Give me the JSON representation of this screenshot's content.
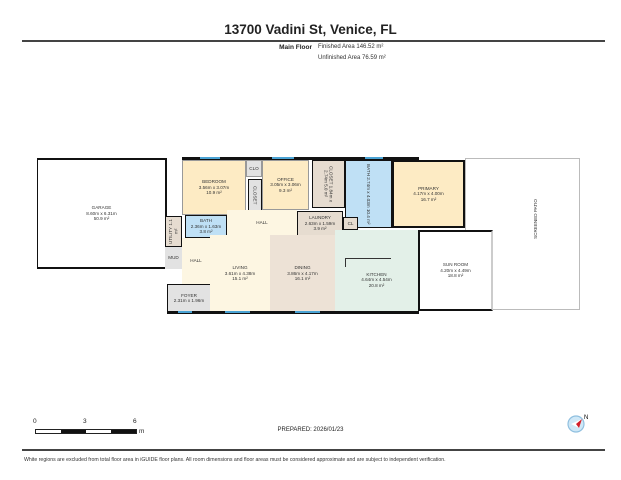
{
  "header": {
    "title": "13700 Vadini St, Venice, FL",
    "floor": "Main Floor",
    "finished_area": "Finished Area 146.52 m²",
    "unfinished_area": "Unfinished Area 76.59 m²"
  },
  "rooms": {
    "garage": {
      "name": "GARAGE",
      "dims": "8.60m x 6.31m",
      "area": "50.9 m²"
    },
    "bedroom": {
      "name": "BEDROOM",
      "dims": "3.56m x 3.07m",
      "area": "10.9 m²"
    },
    "clo": {
      "name": "CLO"
    },
    "closet_small": {
      "name": "CLOSET"
    },
    "office": {
      "name": "OFFICE",
      "dims": "3.05m x 3.06m",
      "area": "9.3 m²"
    },
    "closet": {
      "name": "CLOSET",
      "dims": "1.84m x 2.74m",
      "area": "5.0 m²"
    },
    "bath_right": {
      "name": "BATH",
      "dims": "2.74m x 4.03m",
      "area": "10.4 m²"
    },
    "primary": {
      "name": "PRIMARY",
      "dims": "4.17m x 4.00m",
      "area": "16.7 m²"
    },
    "screened_patio": {
      "name": "SCREENED PATIO"
    },
    "laundry": {
      "name": "LAUNDRY",
      "dims": "2.63m x 1.59m",
      "area": "3.9 m²"
    },
    "cl": {
      "name": "CL"
    },
    "hall_upper": {
      "name": "HALL"
    },
    "bath_left": {
      "name": "BATH",
      "dims": "2.36m x 1.63m",
      "area": "3.8 m²"
    },
    "utility": {
      "name": "UTILITY",
      "area": "1.1 m²"
    },
    "mud": {
      "name": "MUD"
    },
    "hall_left": {
      "name": "HALL"
    },
    "living": {
      "name": "LIVING",
      "dims": "3.61m x 4.38m",
      "area": "15.1 m²"
    },
    "dining": {
      "name": "DINING",
      "dims": "3.86m x 4.17m",
      "area": "16.1 m²"
    },
    "kitchen": {
      "name": "KITCHEN",
      "dims": "4.64m x 4.54m",
      "area": "20.8 m²"
    },
    "sun_room": {
      "name": "SUN ROOM",
      "dims": "4.20m x 4.49m",
      "area": "18.8 m²"
    },
    "foyer": {
      "name": "FOYER",
      "dims": "2.31m x 1.96m"
    }
  },
  "colors": {
    "bedroom": "#fdebc4",
    "bath": "#bfe0f5",
    "closet": "#e6dcd0",
    "kitchen": "#e3f0e8",
    "dining": "#ede2d6",
    "living": "#fdf6e2",
    "gray": "#e2e2e2",
    "window": "#4aa3d4"
  },
  "scale": {
    "ticks": [
      "0",
      "3",
      "6"
    ],
    "unit": "m"
  },
  "footer": {
    "prepared": "PREPARED: 2026/01/23",
    "disclaimer": "White regions are excluded from total floor area in iGUIDE floor plans. All room dimensions and floor areas must be considered approximate and are subject to independent verification."
  },
  "compass": {
    "icon": "north-compass-icon",
    "label": "N"
  }
}
